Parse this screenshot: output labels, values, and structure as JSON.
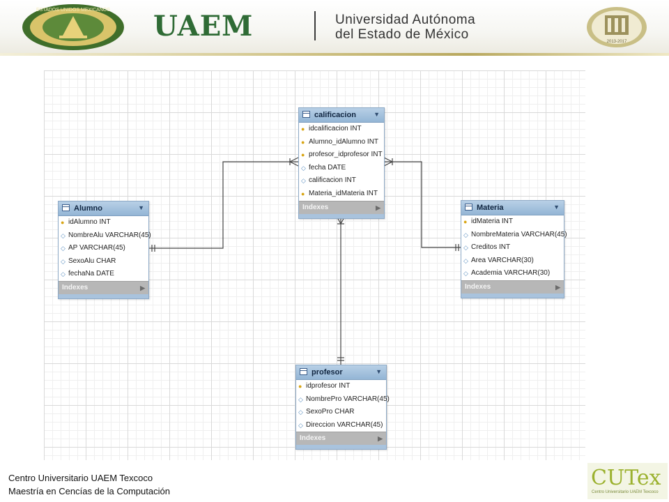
{
  "header": {
    "brand": "UAEM",
    "university_line1": "Universidad Autónoma",
    "university_line2": "del Estado de México",
    "seal_left_text": "ESTADOS UNIDOS MEXICANOS",
    "seal_right_year": "2013-2017"
  },
  "diagram": {
    "entities": {
      "calificacion": {
        "name": "calificacion",
        "columns": [
          {
            "label": "idcalificacion INT",
            "icon": "key-icon"
          },
          {
            "label": "Alumno_idAlumno INT",
            "icon": "key-icon"
          },
          {
            "label": "profesor_idprofesor INT",
            "icon": "key-icon"
          },
          {
            "label": "fecha DATE",
            "icon": "diamond-icon"
          },
          {
            "label": "calificacion INT",
            "icon": "diamond-icon"
          },
          {
            "label": "Materia_idMateria INT",
            "icon": "key-icon"
          }
        ],
        "footer": "Indexes"
      },
      "alumno": {
        "name": "Alumno",
        "columns": [
          {
            "label": "idAlumno INT",
            "icon": "key-icon"
          },
          {
            "label": "NombreAlu VARCHAR(45)",
            "icon": "diamond-icon"
          },
          {
            "label": "AP VARCHAR(45)",
            "icon": "diamond-icon"
          },
          {
            "label": "SexoAlu CHAR",
            "icon": "diamond-icon"
          },
          {
            "label": "fechaNa DATE",
            "icon": "diamond-icon"
          }
        ],
        "footer": "Indexes"
      },
      "materia": {
        "name": "Materia",
        "columns": [
          {
            "label": "idMateria INT",
            "icon": "key-icon"
          },
          {
            "label": "NombreMateria VARCHAR(45)",
            "icon": "diamond-icon"
          },
          {
            "label": "Creditos INT",
            "icon": "diamond-icon"
          },
          {
            "label": "Area VARCHAR(30)",
            "icon": "diamond-icon"
          },
          {
            "label": "Academia VARCHAR(30)",
            "icon": "diamond-icon"
          }
        ],
        "footer": "Indexes"
      },
      "profesor": {
        "name": "profesor",
        "columns": [
          {
            "label": "idprofesor INT",
            "icon": "key-icon"
          },
          {
            "label": "NombrePro VARCHAR(45)",
            "icon": "diamond-icon"
          },
          {
            "label": "SexoPro CHAR",
            "icon": "diamond-icon"
          },
          {
            "label": "Direccion VARCHAR(45)",
            "icon": "diamond-icon"
          }
        ],
        "footer": "Indexes"
      }
    }
  },
  "footer": {
    "line1": "Centro Universitario UAEM Texcoco",
    "line2": "Maestría en Cencías de la Computación",
    "logo_text": "CUTex",
    "logo_subtext": "Centro Universitario UAEM Texcoco"
  },
  "colors": {
    "brand_green": "#2f6b35",
    "entity_header": "#93b5d5",
    "key": "#d8a514"
  }
}
